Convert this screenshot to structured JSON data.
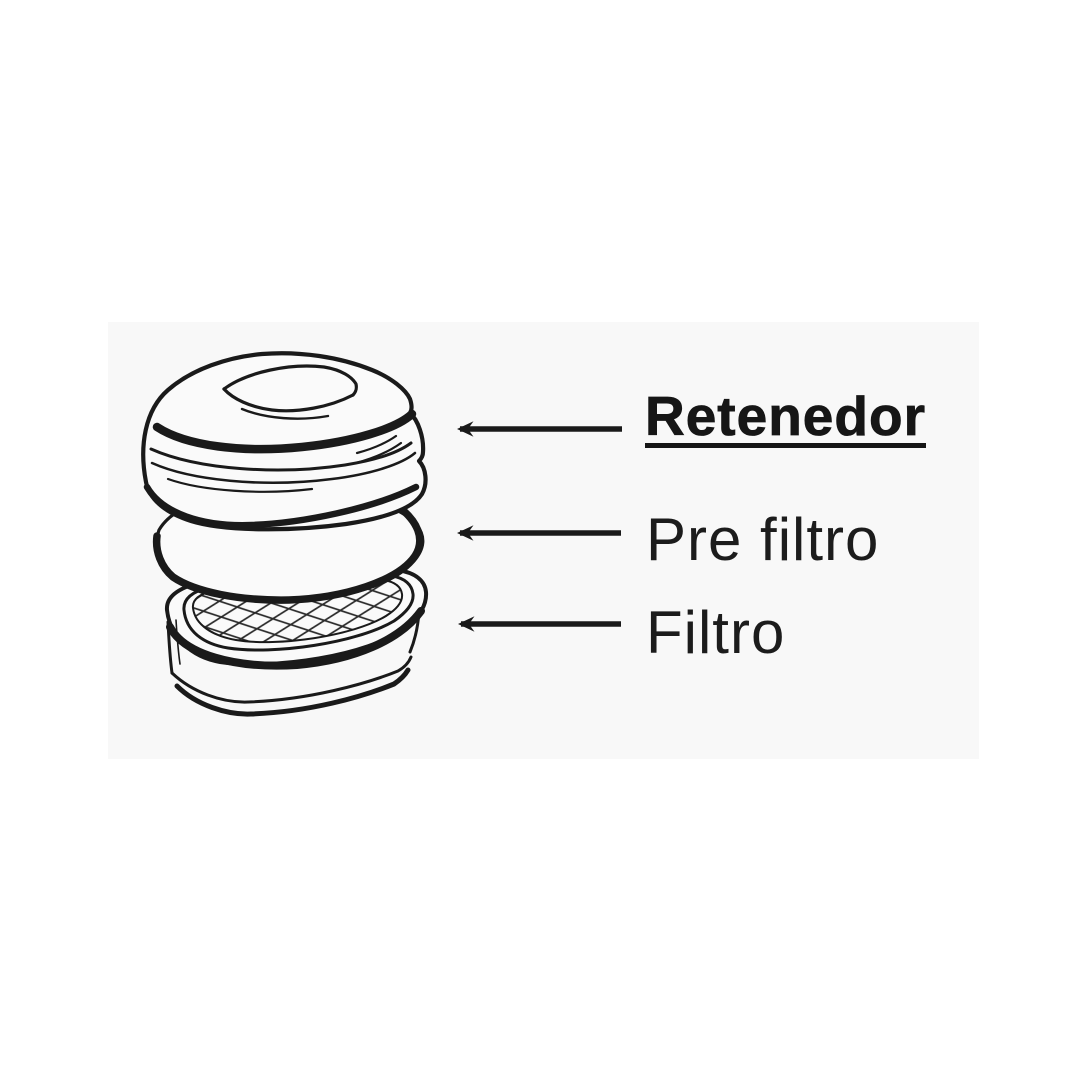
{
  "scene": {
    "background_color": "#ffffff",
    "panel_color": "#f8f8f8",
    "ink_color": "#1a1a1a"
  },
  "diagram": {
    "type": "exploded-parts-diagram",
    "subject": "respirator-filter-cartridge",
    "parts": [
      {
        "id": "retenedor",
        "label": "Retenedor",
        "emphasized": true
      },
      {
        "id": "pre_filtro",
        "label": "Pre filtro",
        "emphasized": false
      },
      {
        "id": "filtro",
        "label": "Filtro",
        "emphasized": false
      }
    ]
  }
}
